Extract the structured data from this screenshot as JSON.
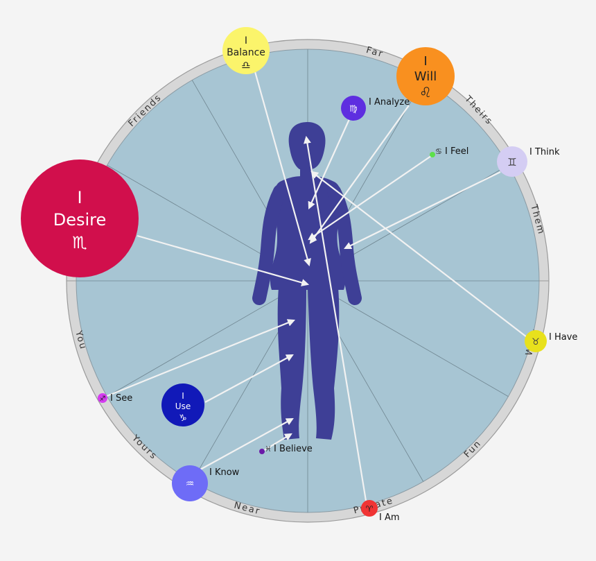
{
  "ring_labels": [
    {
      "id": "far",
      "text": "Far"
    },
    {
      "id": "theirs",
      "text": "Theirs"
    },
    {
      "id": "them",
      "text": "Them"
    },
    {
      "id": "work",
      "text": "Work"
    },
    {
      "id": "fun",
      "text": "Fun"
    },
    {
      "id": "private",
      "text": "Private"
    },
    {
      "id": "near",
      "text": "Near"
    },
    {
      "id": "yours",
      "text": "Yours"
    },
    {
      "id": "you",
      "text": "You"
    },
    {
      "id": "friends",
      "text": "Friends"
    }
  ],
  "signs": [
    {
      "id": "libra",
      "lines": [
        "I",
        "Balance"
      ],
      "glyph": "♎",
      "color": "#fbf46b",
      "text_color": "#222222"
    },
    {
      "id": "leo",
      "lines": [
        "I",
        "Will"
      ],
      "glyph": "♌",
      "color": "#f9901f",
      "text_color": "#222222"
    },
    {
      "id": "scorpio",
      "lines": [
        "I",
        "Desire"
      ],
      "glyph": "♏",
      "color": "#d10f4c",
      "text_color": "#ffffff"
    },
    {
      "id": "capricorn",
      "lines": [
        "I",
        "Use"
      ],
      "glyph": "♑",
      "color": "#1119b8",
      "text_color": "#ffffff"
    },
    {
      "id": "virgo",
      "label": "I Analyze",
      "glyph": "♍",
      "color": "#5e2ee0",
      "text_color": "#ffffff"
    },
    {
      "id": "cancer",
      "label": "I Feel",
      "glyph": "♋",
      "color": "#5de04b",
      "text_color": "#222222"
    },
    {
      "id": "gemini",
      "label": "I Think",
      "glyph": "♊",
      "color": "#d4cdf3",
      "text_color": "#444444"
    },
    {
      "id": "taurus",
      "label": "I Have",
      "glyph": "♉",
      "color": "#e8e11c",
      "text_color": "#444444"
    },
    {
      "id": "aries",
      "label": "I Am",
      "glyph": "♈",
      "color": "#f03434",
      "text_color": "#222222"
    },
    {
      "id": "pisces",
      "label": "I Believe",
      "glyph": "♓",
      "color": "#6a1aa8",
      "text_color": "#333333"
    },
    {
      "id": "aquarius",
      "label": "I Know",
      "glyph": "♒",
      "color": "#6e6cf7",
      "text_color": "#ffffff"
    },
    {
      "id": "sagittarius",
      "label": "I See",
      "glyph": "♐",
      "color": "#d43cf0",
      "text_color": "#222222"
    }
  ],
  "colors": {
    "background": "#f4f4f4",
    "inner_circle": "#a7c5d3",
    "ring": "#d7d7d7",
    "figure": "#3e3f96",
    "arrow": "#f2f2f2",
    "divider": "#6f8590"
  }
}
